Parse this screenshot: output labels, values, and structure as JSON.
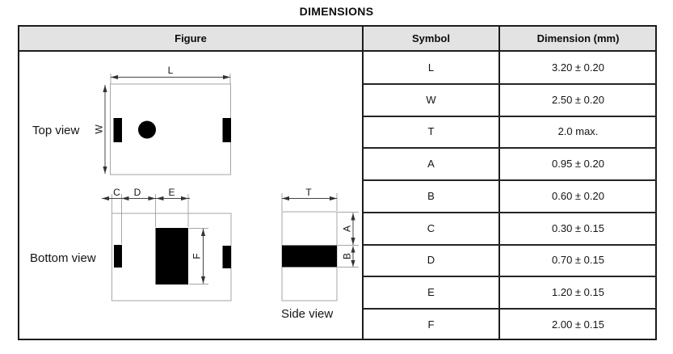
{
  "title": "DIMENSIONS",
  "table": {
    "headers": {
      "figure": "Figure",
      "symbol": "Symbol",
      "dimension": "Dimension (mm)"
    },
    "rows": [
      {
        "symbol": "L",
        "dimension": "3.20 ± 0.20"
      },
      {
        "symbol": "W",
        "dimension": "2.50 ± 0.20"
      },
      {
        "symbol": "T",
        "dimension": "2.0 max."
      },
      {
        "symbol": "A",
        "dimension": "0.95 ± 0.20"
      },
      {
        "symbol": "B",
        "dimension": "0.60 ± 0.20"
      },
      {
        "symbol": "C",
        "dimension": "0.30 ± 0.15"
      },
      {
        "symbol": "D",
        "dimension": "0.70 ± 0.15"
      },
      {
        "symbol": "E",
        "dimension": "1.20 ± 0.15"
      },
      {
        "symbol": "F",
        "dimension": "2.00 ± 0.15"
      }
    ]
  },
  "figure": {
    "top_view_label": "Top view",
    "bottom_view_label": "Bottom view",
    "side_view_label": "Side view",
    "dim_labels": {
      "L": "L",
      "W": "W",
      "T": "T",
      "A": "A",
      "B": "B",
      "C": "C",
      "D": "D",
      "E": "E",
      "F": "F"
    }
  },
  "colors": {
    "header_bg": "#e3e3e3",
    "table_border": "#1c1c1c",
    "pad_fill": "#000000",
    "outline_gray": "#a6a6a6",
    "dim_line": "#444444"
  }
}
